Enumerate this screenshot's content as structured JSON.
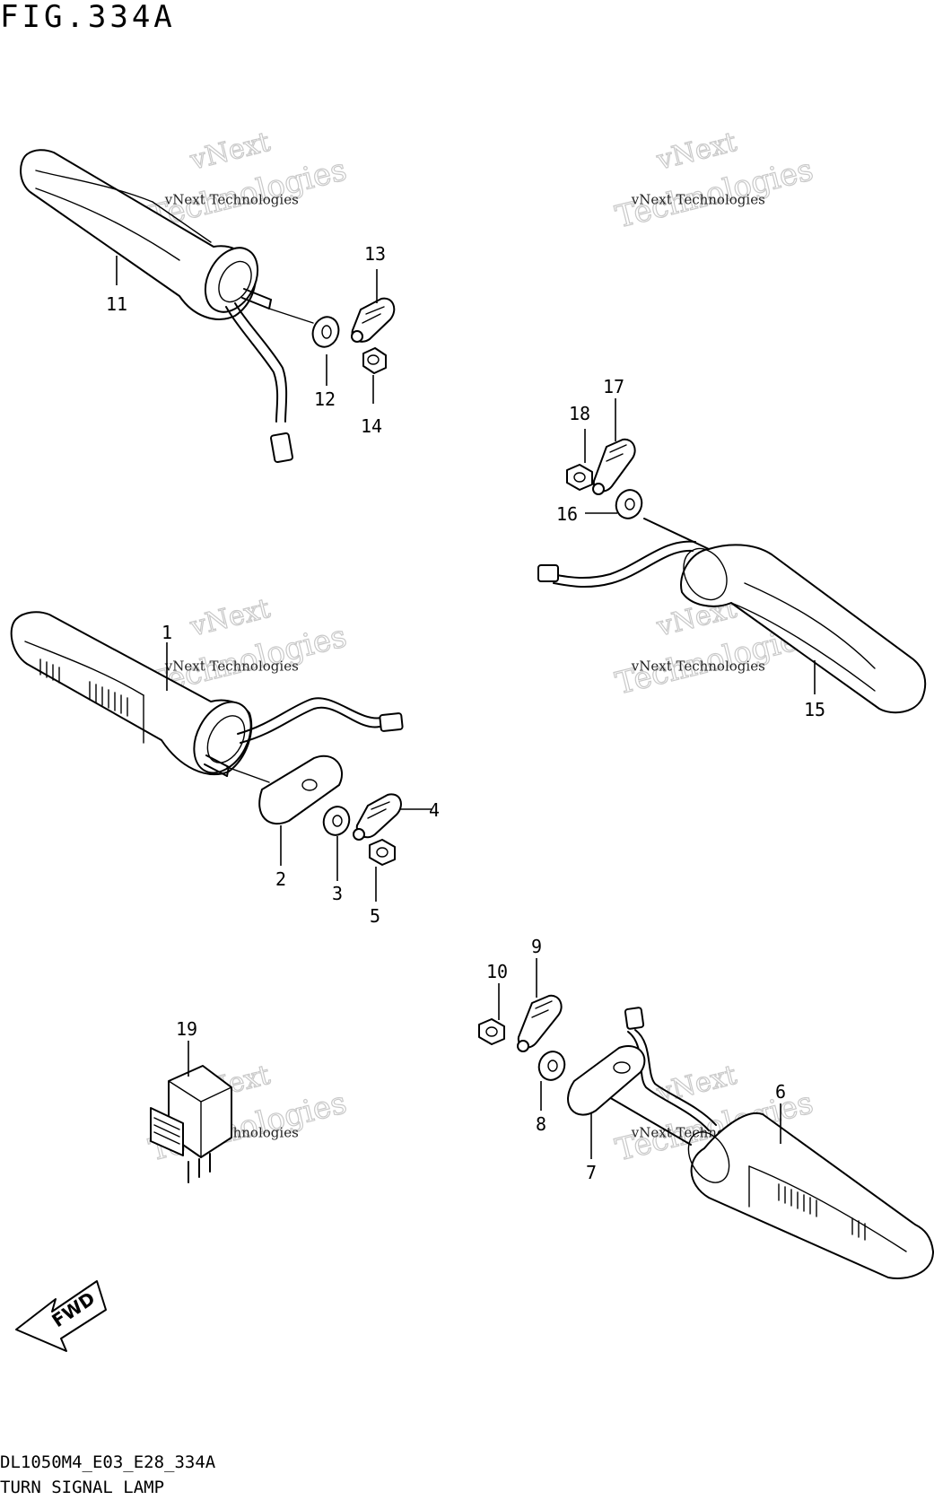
{
  "figure": {
    "title": "FIG.334A",
    "code": "DL1050M4_E03_E28_334A",
    "name": "TURN SIGNAL LAMP"
  },
  "watermark": {
    "line1": "vNext Technologies",
    "line2": "vNext",
    "line3": "Technologies"
  },
  "fwd_label": "FWD",
  "callouts": [
    {
      "id": "p1",
      "label": "1"
    },
    {
      "id": "p2",
      "label": "2"
    },
    {
      "id": "p3",
      "label": "3"
    },
    {
      "id": "p4",
      "label": "4"
    },
    {
      "id": "p5",
      "label": "5"
    },
    {
      "id": "p6",
      "label": "6"
    },
    {
      "id": "p7",
      "label": "7"
    },
    {
      "id": "p8",
      "label": "8"
    },
    {
      "id": "p9",
      "label": "9"
    },
    {
      "id": "p10",
      "label": "10"
    },
    {
      "id": "p11",
      "label": "11"
    },
    {
      "id": "p12",
      "label": "12"
    },
    {
      "id": "p13",
      "label": "13"
    },
    {
      "id": "p14",
      "label": "14"
    },
    {
      "id": "p15",
      "label": "15"
    },
    {
      "id": "p16",
      "label": "16"
    },
    {
      "id": "p17",
      "label": "17"
    },
    {
      "id": "p18",
      "label": "18"
    },
    {
      "id": "p19",
      "label": "19"
    }
  ]
}
